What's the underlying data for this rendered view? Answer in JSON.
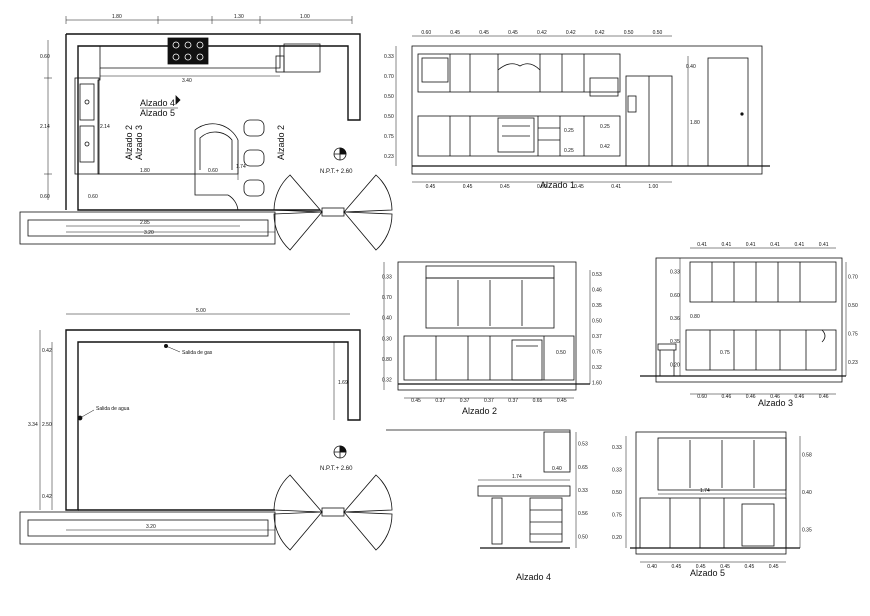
{
  "plan_top": {
    "dims_top": [
      "1.80",
      "1.30",
      "1.00"
    ],
    "dims_inner": [
      "3.40"
    ],
    "dims_left": [
      "0.60",
      "2.14",
      "0.60"
    ],
    "dims_right_small": [
      "2.14"
    ],
    "dims_bottom": [
      "2.85",
      "3.20"
    ],
    "dims_island": [
      "1.80",
      "0.60"
    ],
    "dim_074": "1.74",
    "dim_left_small": "0.60",
    "elev_label_4": "Alzado 4",
    "elev_label_5": "Alzado 5",
    "elev_label_2": "Alzado 2",
    "elev_label_3": "Alzado 3",
    "level_mark": "N.P.T.+ 2.60"
  },
  "plan_bottom": {
    "dim_top": "5.00",
    "dims_left": [
      "0.42",
      "2.50",
      "0.42"
    ],
    "dim_left_outer": "3.34",
    "dim_right": "1.69",
    "dim_bottom": "3.20",
    "gas_note": "Salida de gas",
    "water_note": "Salida de agua",
    "level_mark": "N.P.T.+ 2.60"
  },
  "elev1": {
    "title": "Alzado 1",
    "dims_top": [
      "0.60",
      "0.45",
      "0.45",
      "0.45",
      "0.42",
      "0.42",
      "0.42",
      "0.50",
      "0.50"
    ],
    "dims_left": [
      "0.33",
      "0.70",
      "0.50",
      "0.50",
      "0.75",
      "0.23"
    ],
    "dims_bottom": [
      "0.45",
      "0.45",
      "0.45",
      "0.60",
      "0.45",
      "0.41",
      "1.00"
    ],
    "dim_right": "1.80",
    "dim_right_top": "0.40",
    "dims_inner": [
      "0.25",
      "0.25",
      "0.42",
      "0.25"
    ]
  },
  "elev2": {
    "title": "Alzado 2",
    "dims_left": [
      "0.33",
      "0.70",
      "0.40",
      "0.30",
      "0.80",
      "0.32"
    ],
    "dims_right": [
      "0.53",
      "0.46",
      "0.35",
      "0.50",
      "0.37",
      "0.75",
      "0.32",
      "1.60"
    ],
    "dims_bottom": [
      "0.45",
      "0.37",
      "0.37",
      "0.37",
      "0.37",
      "0.65",
      "0.45"
    ],
    "dim_inner": "0.50"
  },
  "elev3": {
    "title": "Alzado 3",
    "dims_top": [
      "0.41",
      "0.41",
      "0.41",
      "0.41",
      "0.41",
      "0.41"
    ],
    "dims_left": [
      "0.33",
      "0.60",
      "0.36",
      "0.35",
      "0.20"
    ],
    "dims_right": [
      "0.70",
      "0.50",
      "0.75",
      "0.23"
    ],
    "dims_bottom": [
      "0.60",
      "0.46",
      "0.46",
      "0.46",
      "0.46",
      "0.46"
    ],
    "dims_inner": [
      "0.80",
      "0.75"
    ]
  },
  "elev4": {
    "title": "Alzado 4",
    "dims_right": [
      "0.53",
      "0.65",
      "0.33",
      "0.56",
      "0.50"
    ],
    "dim_top": "1.74",
    "dim_inner": "0.40"
  },
  "elev5": {
    "title": "Alzado 5",
    "dims_left": [
      "0.33",
      "0.33",
      "0.50",
      "0.75",
      "0.20"
    ],
    "dims_right": [
      "0.58",
      "0.40",
      "0.35"
    ],
    "dims_bottom": [
      "0.40",
      "0.45",
      "0.45",
      "0.45",
      "0.45",
      "0.45"
    ],
    "dim_top": "1.74"
  }
}
